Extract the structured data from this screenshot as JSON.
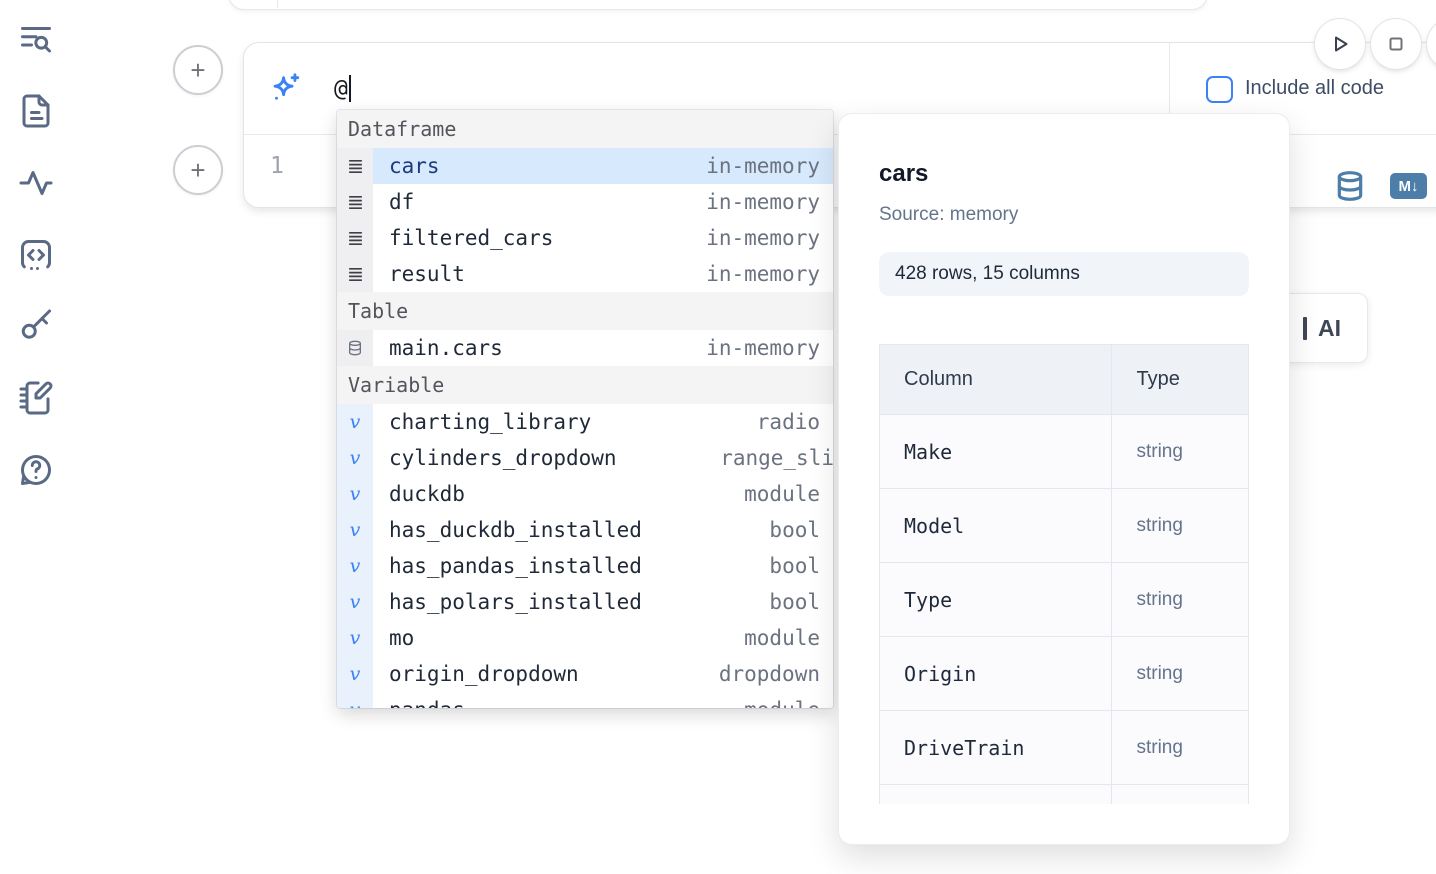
{
  "colors": {
    "accent_blue": "#3b82f6",
    "selected_row_bg": "#d7e9fc",
    "selected_row_text": "#1c3a7e",
    "steel_blue_icons": "#4d7ea8",
    "sidebar_icon": "#5a6a85",
    "muted_text": "#6b7280"
  },
  "sidebar": {
    "items": [
      {
        "icon": "text-search-icon",
        "name": "search"
      },
      {
        "icon": "file-text-icon",
        "name": "files"
      },
      {
        "icon": "activity-icon",
        "name": "logs"
      },
      {
        "icon": "code-snippets-icon",
        "name": "snippets"
      },
      {
        "icon": "key-icon",
        "name": "secrets"
      },
      {
        "icon": "notebook-pen-icon",
        "name": "scratchpad"
      },
      {
        "icon": "help-chat-icon",
        "name": "help"
      }
    ]
  },
  "cell": {
    "add_cell_label": "+",
    "prompt_value": "@",
    "include_all_code_label": "Include all code",
    "checkbox_checked": false,
    "line_number": "1",
    "markdown_badge": "M↓"
  },
  "ai_button": {
    "visible_label": "AI"
  },
  "completion": {
    "sections": [
      {
        "label": "Dataframe",
        "items": [
          {
            "name": "cars",
            "type": "in-memory",
            "selected": true
          },
          {
            "name": "df",
            "type": "in-memory"
          },
          {
            "name": "filtered_cars",
            "type": "in-memory"
          },
          {
            "name": "result",
            "type": "in-memory"
          }
        ]
      },
      {
        "label": "Table",
        "items": [
          {
            "name": "main.cars",
            "type": "in-memory"
          }
        ]
      },
      {
        "label": "Variable",
        "items": [
          {
            "name": "charting_library",
            "type": "radio"
          },
          {
            "name": "cylinders_dropdown",
            "type": "range_sli"
          },
          {
            "name": "duckdb",
            "type": "module"
          },
          {
            "name": "has_duckdb_installed",
            "type": "bool"
          },
          {
            "name": "has_pandas_installed",
            "type": "bool"
          },
          {
            "name": "has_polars_installed",
            "type": "bool"
          },
          {
            "name": "mo",
            "type": "module"
          },
          {
            "name": "origin_dropdown",
            "type": "dropdown"
          },
          {
            "name": "pandas",
            "type": "module",
            "partial": true
          }
        ]
      }
    ]
  },
  "preview": {
    "title": "cars",
    "source": "Source: memory",
    "shape": "428 rows, 15 columns",
    "table": {
      "headers": [
        "Column",
        "Type"
      ],
      "rows": [
        [
          "Make",
          "string"
        ],
        [
          "Model",
          "string"
        ],
        [
          "Type",
          "string"
        ],
        [
          "Origin",
          "string"
        ],
        [
          "DriveTrain",
          "string"
        ]
      ]
    }
  }
}
